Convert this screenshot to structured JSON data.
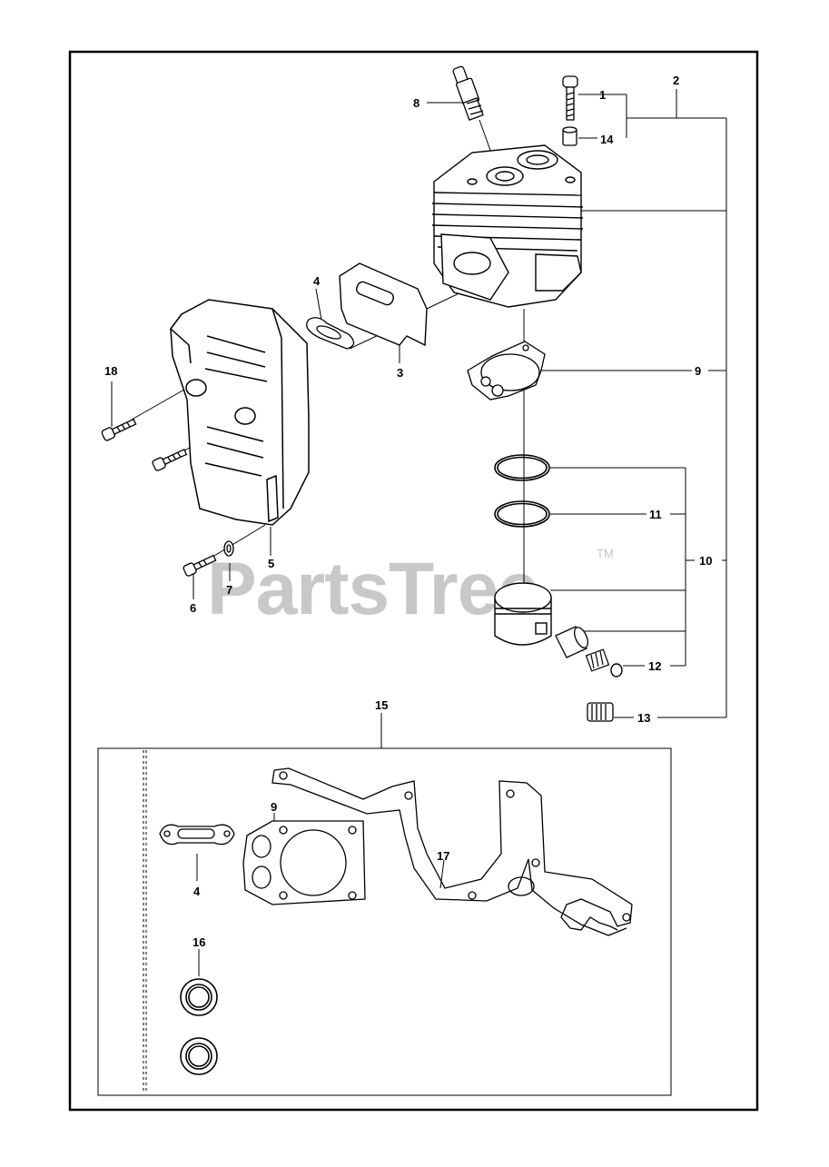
{
  "watermark": {
    "brand": "PartsTree",
    "trademark": "TM"
  },
  "callouts": {
    "c1": "1",
    "c2": "2",
    "c3": "3",
    "c4a": "4",
    "c4b": "4",
    "c5": "5",
    "c6": "6",
    "c7": "7",
    "c8": "8",
    "c9a": "9",
    "c9b": "9",
    "c10": "10",
    "c11": "11",
    "c12": "12",
    "c13": "13",
    "c14": "14",
    "c15": "15",
    "c16": "16",
    "c17": "17",
    "c18": "18"
  },
  "colors": {
    "line": "#000000",
    "watermark": "#c8c8c8",
    "background": "#ffffff"
  }
}
